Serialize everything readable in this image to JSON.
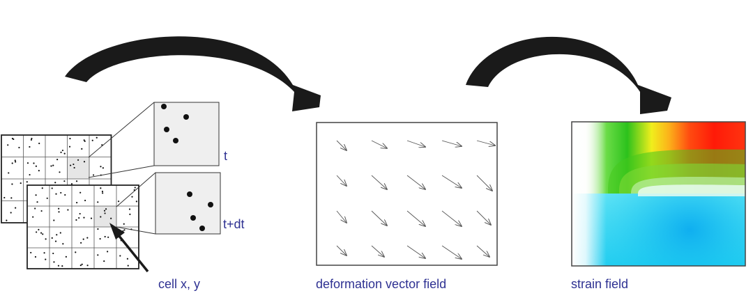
{
  "labels": {
    "time_t": "t",
    "time_t_dt": "t+dt",
    "cell": "cell x, y",
    "deformation": "deformation vector field",
    "strain": "strain field"
  },
  "colors": {
    "text": "#2e3192",
    "arrow": "#1a1a1a",
    "cell_highlight": "#e6e6e6",
    "zoom_fill": "#efefef"
  },
  "icons": {
    "process_arrows": "curved-arrow-icon",
    "pointer": "pointer-arrow-icon"
  }
}
